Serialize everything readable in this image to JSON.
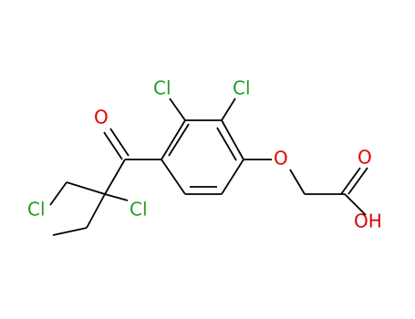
{
  "molecule": {
    "colors": {
      "bond": "#000000",
      "chlorine": "#1f9e1f",
      "oxygen": "#e00000"
    },
    "labels": {
      "cl_ring_left": "Cl",
      "cl_ring_right": "Cl",
      "cl_quaternary": "Cl",
      "cl_chloromethyl": "Cl",
      "o_ketone": "O",
      "o_ether": "O",
      "o_carbonyl": "O",
      "oh_acid": "OH"
    }
  }
}
